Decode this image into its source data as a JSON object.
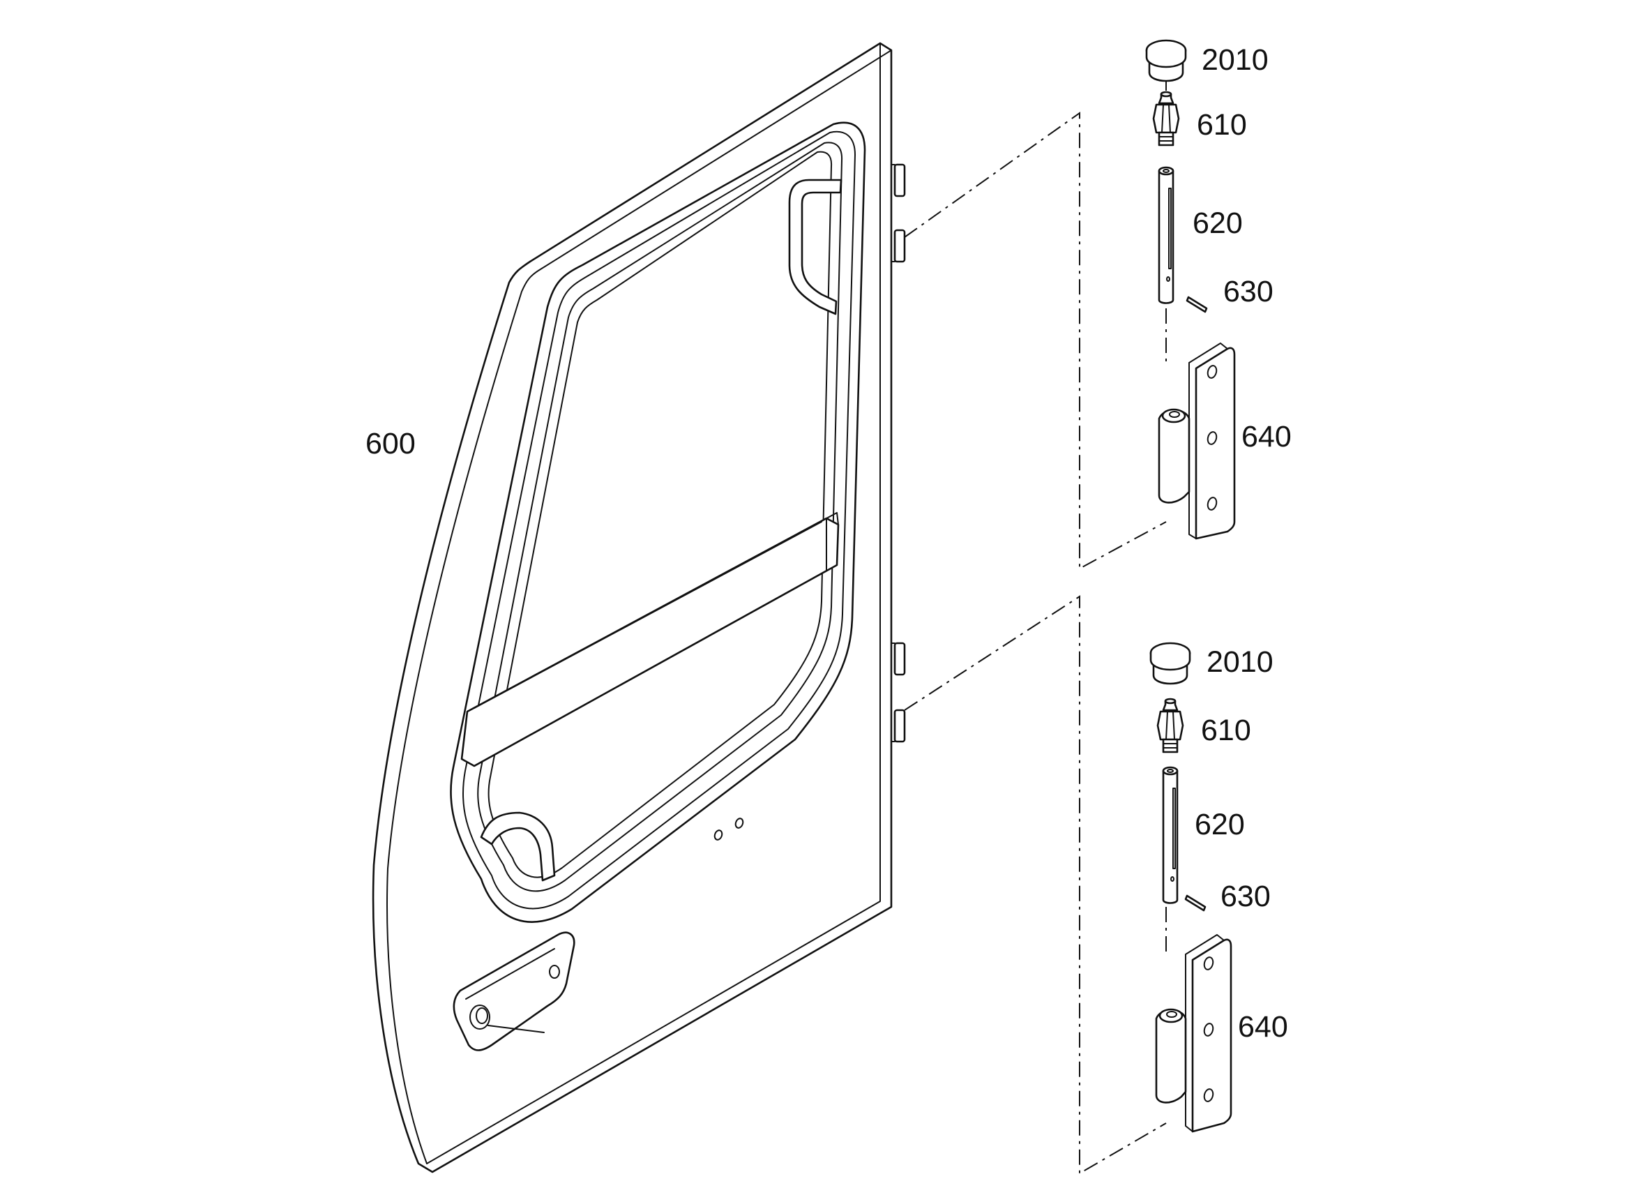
{
  "labels": {
    "door": "600",
    "upper_cap": "2010",
    "upper_grease_nipple": "610",
    "upper_pin": "620",
    "upper_roll_pin": "630",
    "upper_hinge": "640",
    "lower_cap": "2010",
    "lower_grease_nipple": "610",
    "lower_pin": "620",
    "lower_roll_pin": "630",
    "lower_hinge": "640"
  }
}
